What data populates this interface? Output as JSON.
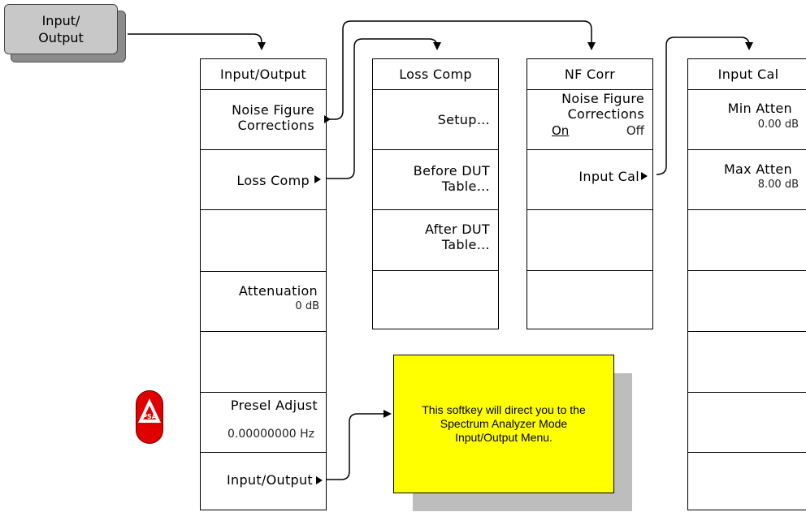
{
  "hardkey": {
    "line1": "Input/",
    "line2": "Output"
  },
  "menus": {
    "input_output": {
      "title": "Input/Output",
      "keys": {
        "noise_figure_corrections": {
          "line1": "Noise Figure",
          "line2": "Corrections"
        },
        "loss_comp": "Loss Comp",
        "attenuation": {
          "label": "Attenuation",
          "value": "0 dB"
        },
        "presel_adjust": {
          "label": "Presel Adjust",
          "value": "0.00000000 Hz"
        },
        "input_output": "Input/Output"
      }
    },
    "loss_comp": {
      "title": "Loss Comp",
      "keys": {
        "setup": "Setup…",
        "before_dut": {
          "line1": "Before DUT",
          "line2": "Table…"
        },
        "after_dut": {
          "line1": "After DUT",
          "line2": "Table…"
        }
      }
    },
    "nf_corr": {
      "title": "NF Corr",
      "keys": {
        "nf_corrections": {
          "line1": "Noise Figure",
          "line2": "Corrections",
          "on": "On",
          "off": "Off"
        },
        "input_cal": "Input Cal"
      }
    },
    "input_cal": {
      "title": "Input Cal",
      "keys": {
        "min_atten": {
          "label": "Min Atten",
          "value": "0.00 dB"
        },
        "max_atten": {
          "label": "Max Atten",
          "value": "8.00 dB"
        }
      }
    }
  },
  "note": {
    "text": "This softkey will direct you to the Spectrum Analyzer Mode Input/Output Menu."
  },
  "badge": {
    "text": "PSA"
  }
}
